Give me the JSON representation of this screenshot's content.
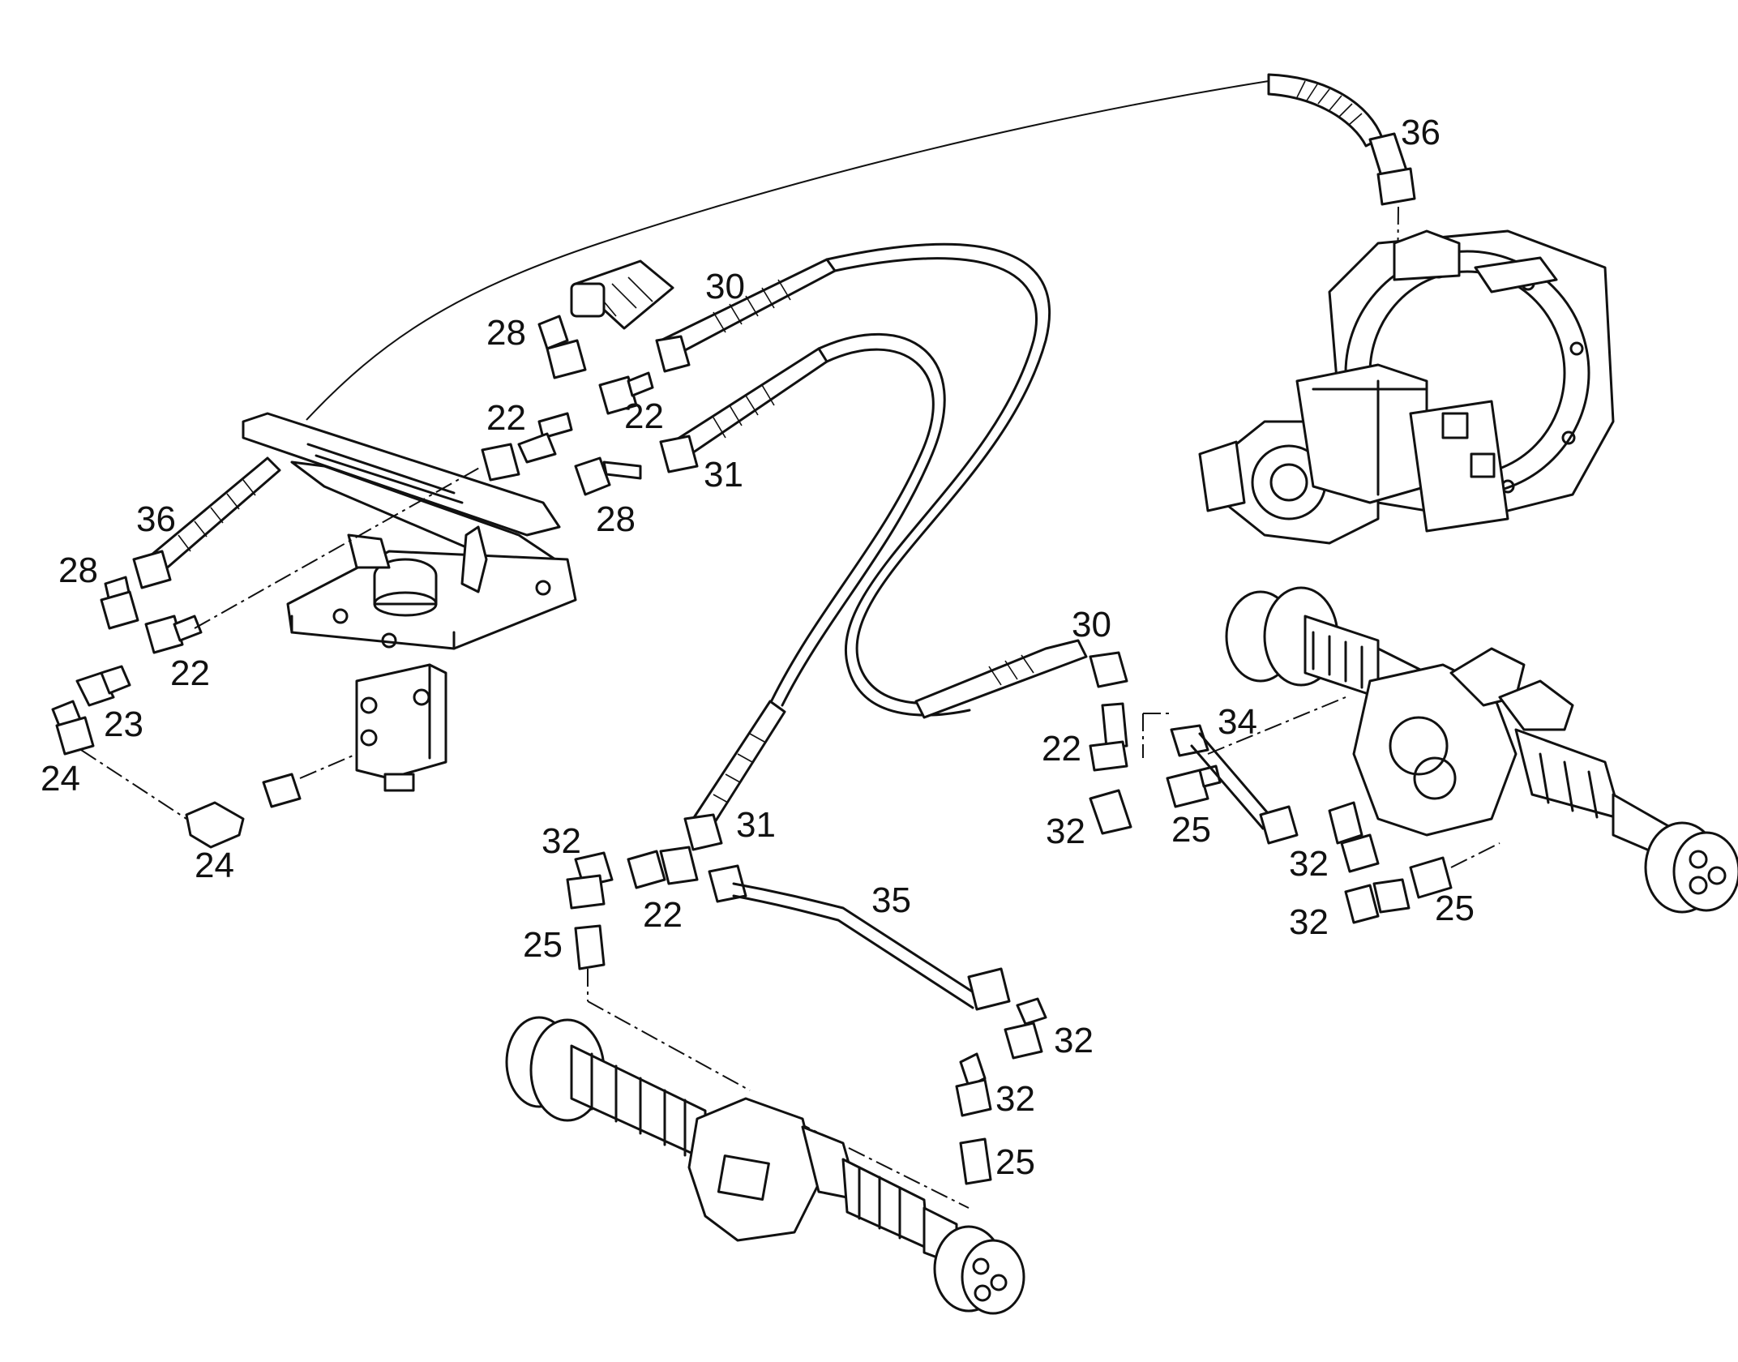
{
  "colors": {
    "ink": "#111111",
    "paper": "#ffffff"
  },
  "labels": {
    "p36_top": "36",
    "p30_top": "30",
    "p28_top": "28",
    "p22_top_left": "22",
    "p22_top_right": "22",
    "p31_top": "31",
    "p28_mid": "28",
    "p36_left": "36",
    "p28_left": "28",
    "p22_left": "22",
    "p23": "23",
    "p24_left": "24",
    "p24_bottom": "24",
    "p30_right": "30",
    "p34": "34",
    "p22_right": "22",
    "p32_right_a": "32",
    "p25_right_a": "25",
    "p32_right_b": "32",
    "p32_right_c": "32",
    "p25_right_b": "25",
    "p31_mid": "31",
    "p32_mid": "32",
    "p22_mid": "22",
    "p35": "35",
    "p25_mid": "25",
    "p32_low_a": "32",
    "p32_low_b": "32",
    "p25_low": "25"
  }
}
